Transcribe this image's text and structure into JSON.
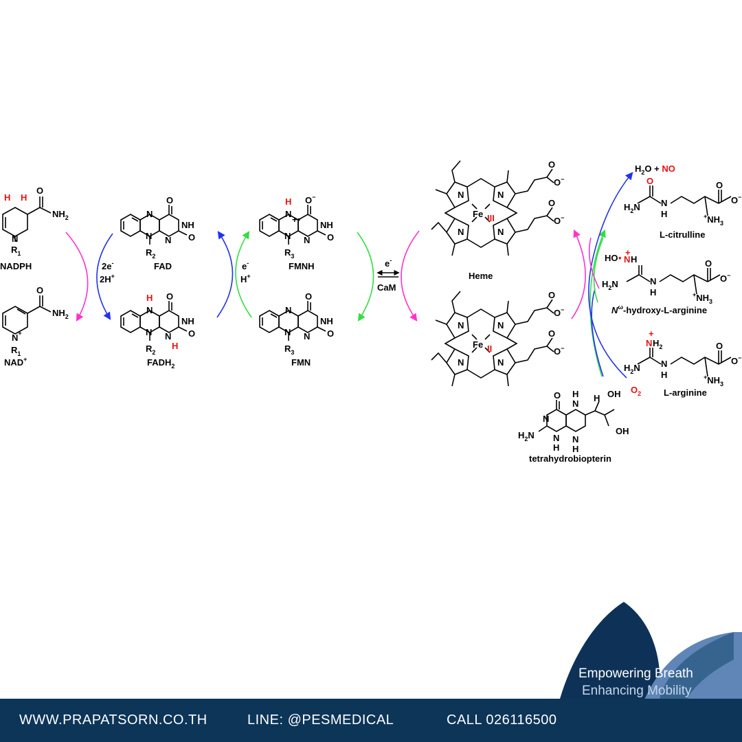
{
  "labels": {
    "nadph": "NADPH",
    "nadp": "NAD",
    "nadp_sup": "+",
    "r1": "R",
    "r1_sub": "1",
    "fad": "FAD",
    "fadh2": "FADH",
    "fadh2_sub": "2",
    "r2": "R",
    "r2_sub": "2",
    "fmnh": "FMNH",
    "fmn": "FMN",
    "r3": "R",
    "r3_sub": "3",
    "heme": "Heme",
    "fe": "Fe",
    "fe3": "III",
    "fe2": "II",
    "l_citrulline": "L-citrulline",
    "nhoh_arg_prefix": "N",
    "nhoh_arg_sup": "ω",
    "nhoh_arg_rest": "-hydroxy-L-arginine",
    "l_arginine": "L-arginine",
    "bh4": "tetrahydrobiopterin",
    "water_no_a": "H",
    "water_no_b": "2",
    "water_no_c": "O + ",
    "no": "NO",
    "o2": "O",
    "o2_sub": "2",
    "two_e": "2e",
    "two_e_sup": "-",
    "two_h": "2H",
    "two_h_sup": "+",
    "e_minus": "e",
    "e_minus_sup": "-",
    "h_plus": "H",
    "h_plus_sup": "+",
    "e_minus2": "e",
    "e_minus2_sup": "-",
    "cam": "CaM"
  },
  "footer": {
    "website": "WWW.PRAPATSORN.CO.TH",
    "line": "LINE: @PESMEDICAL",
    "call": "CALL 026116500",
    "tagline1": "Empowering Breath",
    "tagline2": "Enhancing Mobility"
  },
  "colors": {
    "magenta": "#ff33cc",
    "blue": "#2233ee",
    "green": "#33dd44",
    "red": "#e81010",
    "footer_navy": "#0c3558",
    "leaf_light": "#5f86b6",
    "leaf_dark": "#0e3257"
  }
}
